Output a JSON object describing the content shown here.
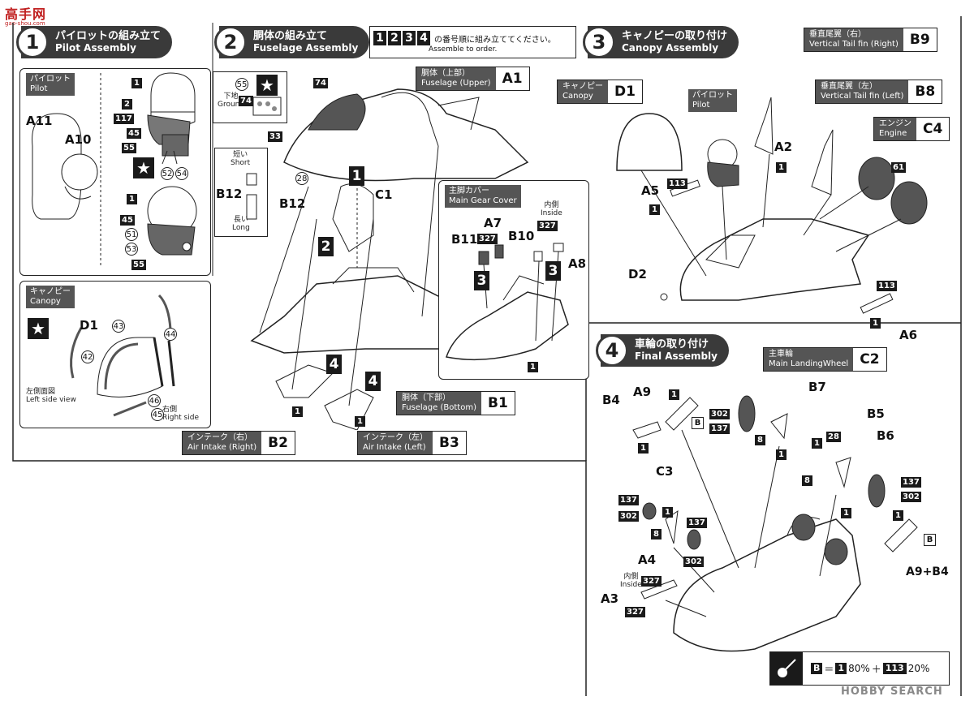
{
  "watermark_top": {
    "text": "高手网",
    "sub": "gao-shou.com"
  },
  "watermark_bottom": "HOBBY SEARCH",
  "order_note": {
    "numbers": [
      "1",
      "2",
      "3",
      "4"
    ],
    "jp": "の番号順に組み立ててください。",
    "en": "Assemble to order."
  },
  "steps": [
    {
      "num": "1",
      "jp": "パイロットの組み立て",
      "en": "Pilot Assembly"
    },
    {
      "num": "2",
      "jp": "胴体の組み立て",
      "en": "Fuselage Assembly"
    },
    {
      "num": "3",
      "jp": "キャノピーの取り付け",
      "en": "Canopy Assembly"
    },
    {
      "num": "4",
      "jp": "車輪の取り付け",
      "en": "Final Assembly"
    }
  ],
  "step1": {
    "pilot_label": {
      "jp": "パイロット",
      "en": "Pilot"
    },
    "parts": [
      "A11",
      "A10"
    ],
    "colors_top": [
      "1",
      "2",
      "117",
      "45",
      "55"
    ],
    "circ_top": [
      "52",
      "54"
    ],
    "colors_bottom": [
      "1",
      "45",
      "55"
    ],
    "circ_bottom": [
      "51",
      "53"
    ]
  },
  "canopy_panel": {
    "label": {
      "jp": "キャノピー",
      "en": "Canopy"
    },
    "part": "D1",
    "circles": [
      "43",
      "44",
      "42",
      "46",
      "45"
    ],
    "left_view": {
      "jp": "左側面図",
      "en": "Left side view"
    },
    "right_side": {
      "jp": "右側",
      "en": "Right side"
    }
  },
  "step2": {
    "ground": {
      "jp": "下地",
      "en": "Ground",
      "color": "74",
      "circ": "55"
    },
    "color_74": "74",
    "color_33": "33",
    "circ_28": "28",
    "b12_guide": {
      "short_jp": "短い",
      "short_en": "Short",
      "long_jp": "長い",
      "long_en": "Long",
      "part": "B12"
    },
    "parts": [
      "B12",
      "C1"
    ],
    "step_badges": [
      "1",
      "2",
      "4",
      "4",
      "1",
      "1"
    ],
    "fuselage_upper": {
      "jp": "胴体（上部）",
      "en": "Fuselage (Upper)",
      "code": "A1"
    },
    "fuselage_bottom": {
      "jp": "胴体（下部）",
      "en": "Fuselage (Bottom)",
      "code": "B1"
    },
    "intake_right": {
      "jp": "インテーク（右）",
      "en": "Air Intake (Right)",
      "code": "B2"
    },
    "intake_left": {
      "jp": "インテーク（左）",
      "en": "Air Intake (Left)",
      "code": "B3"
    },
    "main_gear": {
      "label": {
        "jp": "主脚カバー",
        "en": "Main Gear Cover"
      },
      "inside": {
        "jp": "内側",
        "en": "Inside"
      },
      "parts": [
        "A7",
        "B11",
        "B10",
        "A8"
      ],
      "colors": [
        "327",
        "327"
      ],
      "badges": [
        "3",
        "3",
        "1"
      ]
    }
  },
  "step3": {
    "canopy": {
      "jp": "キャノピー",
      "en": "Canopy",
      "code": "D1"
    },
    "pilot": {
      "jp": "パイロット",
      "en": "Pilot"
    },
    "tail_right": {
      "jp": "垂直尾翼（右）",
      "en": "Vertical Tail fin (Right)",
      "code": "B9"
    },
    "tail_left": {
      "jp": "垂直尾翼（左）",
      "en": "Vertical Tail fin (Left)",
      "code": "B8"
    },
    "engine": {
      "jp": "エンジン",
      "en": "Engine",
      "code": "C4"
    },
    "parts": [
      "A2",
      "A5",
      "D2",
      "A6"
    ],
    "colors": [
      "113",
      "1",
      "1",
      "61",
      "113",
      "1"
    ]
  },
  "step4": {
    "main_wheel": {
      "jp": "主車輪",
      "en": "Main LandingWheel",
      "code": "C2"
    },
    "parts": [
      "B4",
      "A9",
      "B7",
      "B5",
      "B6",
      "C3",
      "A4",
      "A3",
      "A9+B4"
    ],
    "colors": [
      "1",
      "B",
      "1",
      "302",
      "137",
      "8",
      "1",
      "1",
      "28",
      "8",
      "1",
      "137",
      "302",
      "137",
      "302",
      "1",
      "8",
      "137",
      "302",
      "327",
      "327",
      "1",
      "B"
    ],
    "inside": {
      "jp": "内側",
      "en": "Inside"
    }
  },
  "paint_formula": {
    "lhs": "B",
    "eq": "＝",
    "c1": "1",
    "p1": "80%",
    "plus": "＋",
    "c2": "113",
    "p2": "20%"
  }
}
